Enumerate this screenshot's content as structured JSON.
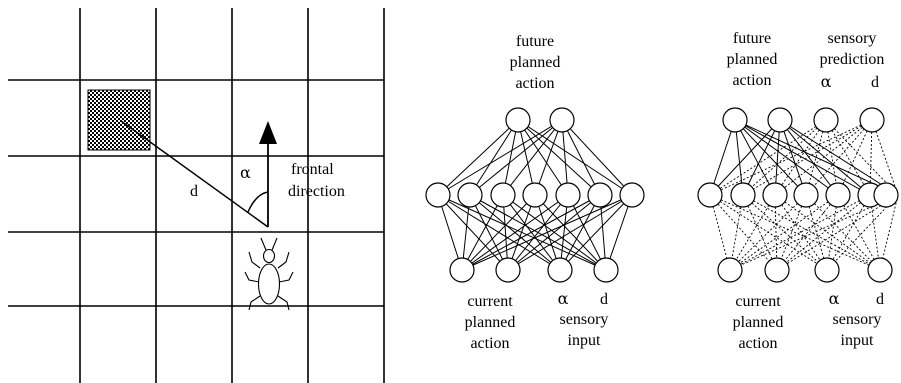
{
  "panel_a": {
    "angle_label": "α",
    "distance_label": "d",
    "frontal_line1": "frontal",
    "frontal_line2": "direction"
  },
  "panel_b": {
    "top_line1": "future",
    "top_line2": "planned",
    "top_line3": "action",
    "input_alpha": "α",
    "input_d": "d",
    "bottom_line1": "current",
    "bottom_line2": "planned",
    "bottom_line3": "action",
    "sensory_line1": "sensory",
    "sensory_line2": "input"
  },
  "panel_c": {
    "top_line1": "future",
    "top_line2": "planned",
    "top_line3": "action",
    "pred_line1": "sensory",
    "pred_line2": "prediction",
    "pred_alpha": "α",
    "pred_d": "d",
    "input_alpha": "α",
    "input_d": "d",
    "bottom_line1": "current",
    "bottom_line2": "planned",
    "bottom_line3": "action",
    "sensory_line1": "sensory",
    "sensory_line2": "input"
  }
}
